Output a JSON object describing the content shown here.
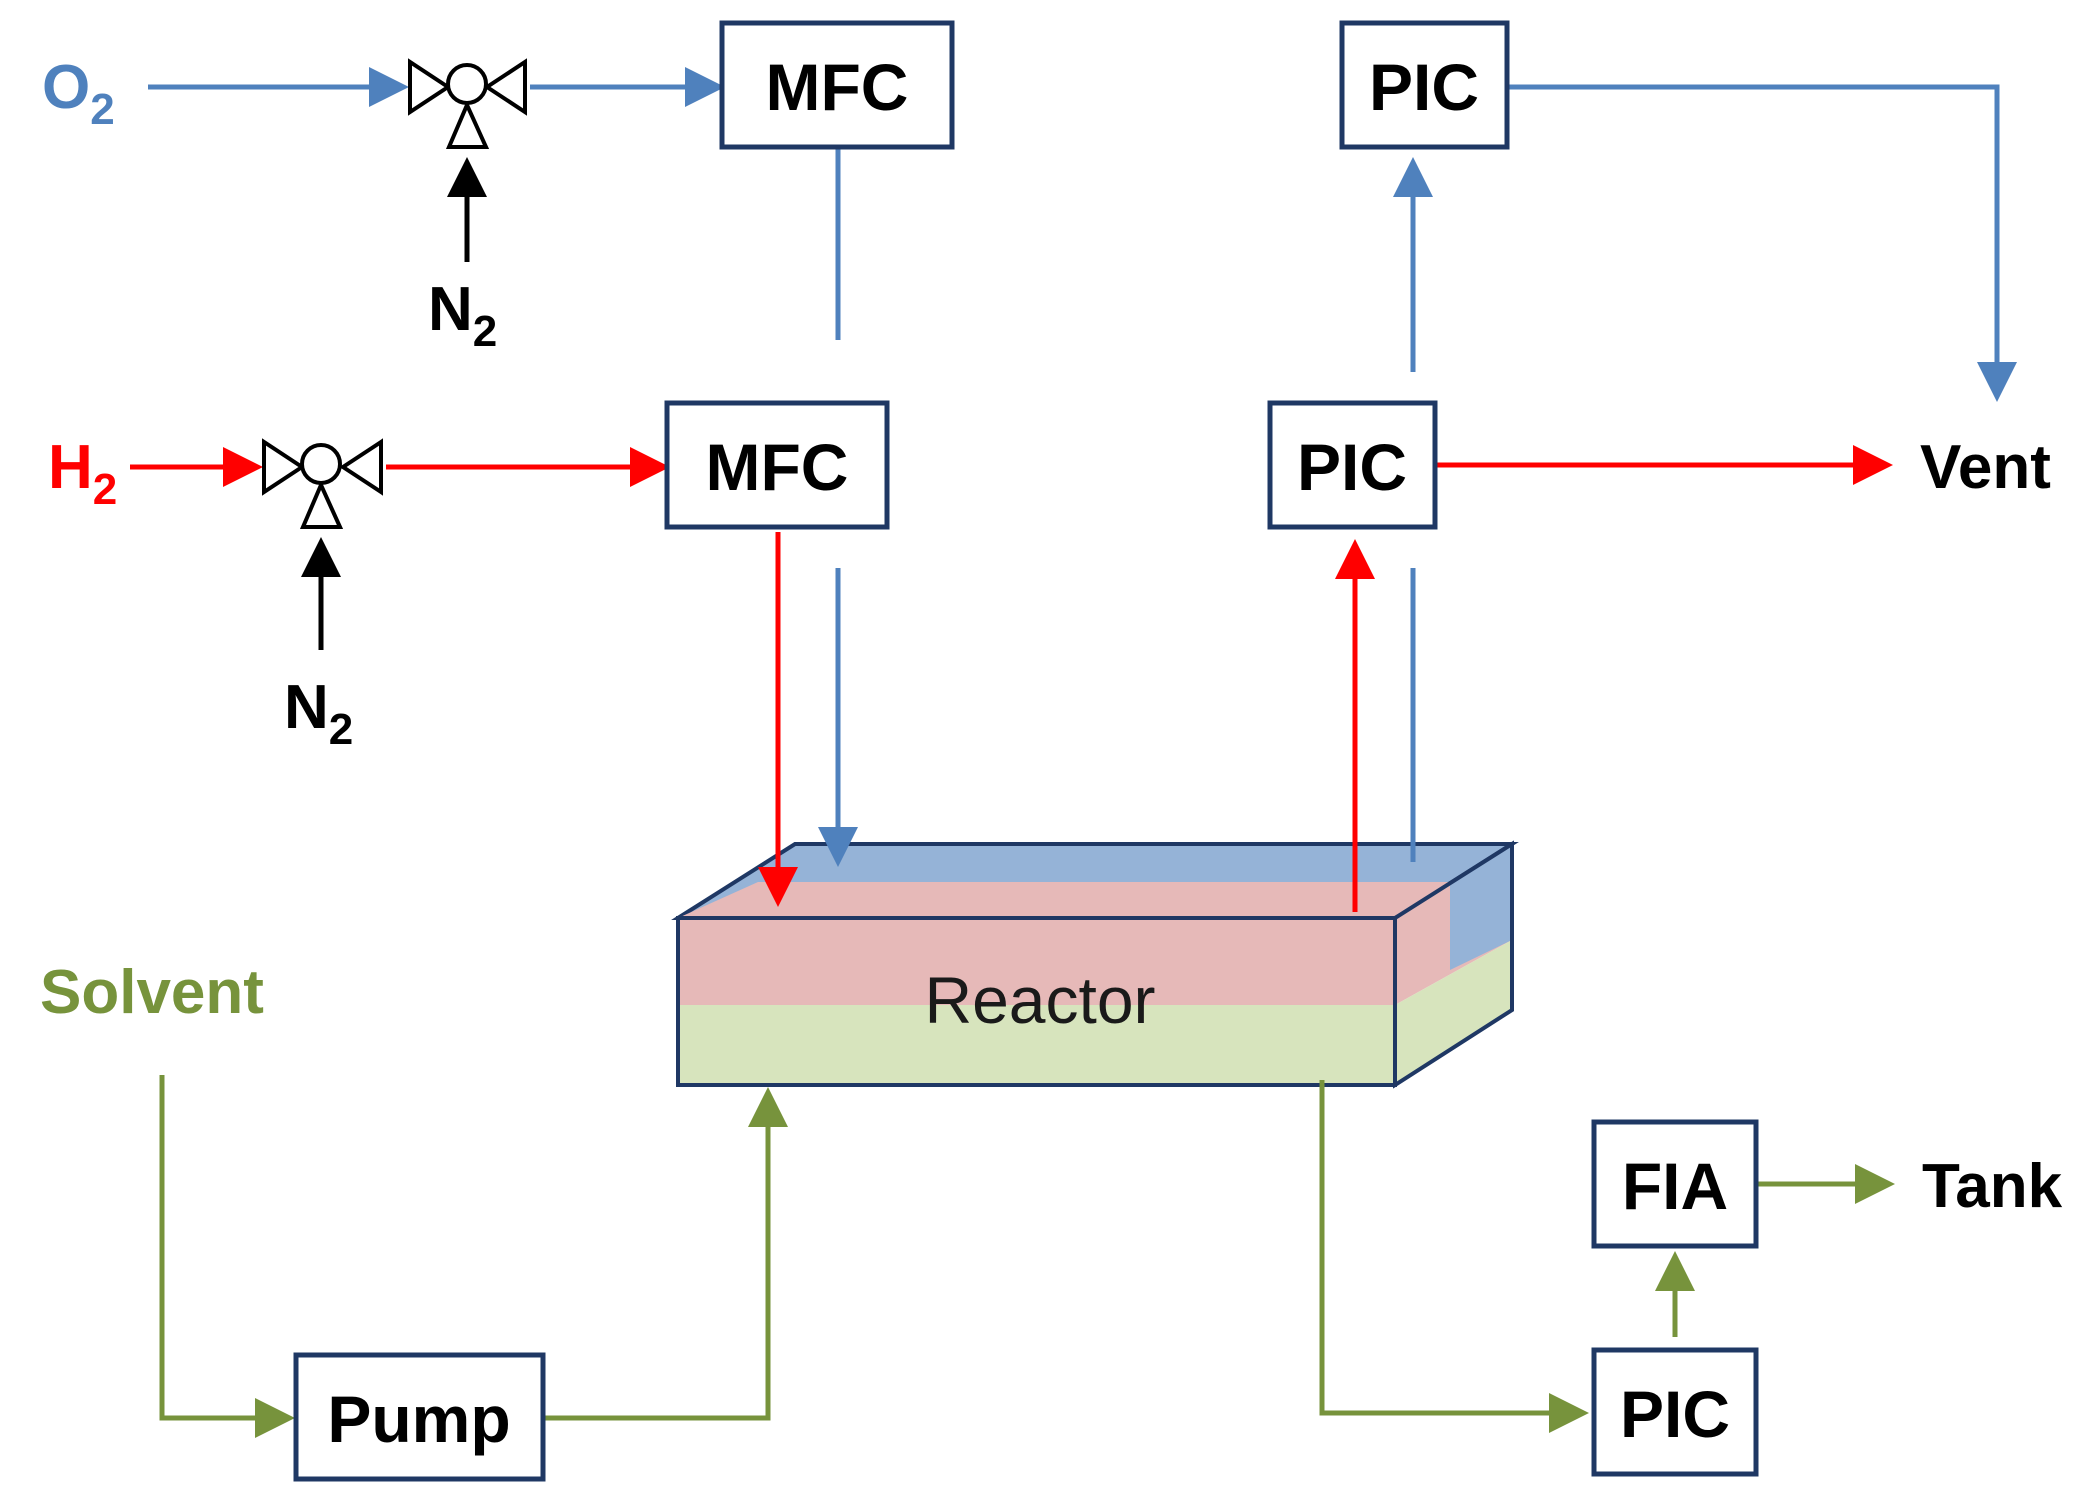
{
  "colors": {
    "oxygen": "#4f81bd",
    "hydrogen": "#ff0000",
    "liquid": "#77933c",
    "nitrogen": "#000000",
    "box_border": "#1f3864",
    "reactor_top": "#95b3d7",
    "reactor_hydrogen": "#e6b9b8",
    "reactor_liquid": "#d7e4bd"
  },
  "streams": {
    "o2": {
      "main": "O",
      "sub": "2"
    },
    "h2": {
      "main": "H",
      "sub": "2"
    },
    "n2_top": {
      "main": "N",
      "sub": "2"
    },
    "n2_bottom": {
      "main": "N",
      "sub": "2"
    },
    "solvent": "Solvent",
    "vent": "Vent",
    "tank": "Tank"
  },
  "boxes": {
    "mfc_o2": "MFC",
    "mfc_h2": "MFC",
    "pic_top": "PIC",
    "pic_mid": "PIC",
    "pic_bottom": "PIC",
    "fia": "FIA",
    "pump": "Pump"
  },
  "reactor": {
    "label": "Reactor"
  }
}
